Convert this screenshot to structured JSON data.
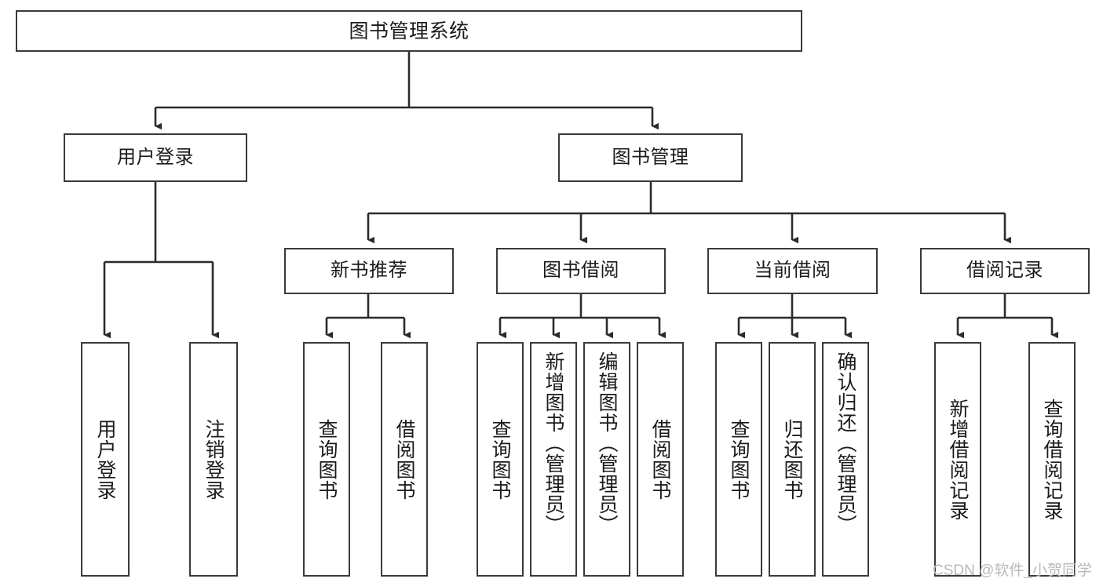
{
  "diagram": {
    "title": "图书管理系统",
    "type": "functional-structure-tree",
    "colors": {
      "box_border": "#3a3a3a",
      "box_fill": "#ffffff",
      "edge": "#2b2b2b",
      "text": "#1b1b1b",
      "watermark": "#b9b9b9",
      "background": "#ffffff"
    },
    "root": {
      "label": "图书管理系统"
    },
    "level2": [
      {
        "label": "用户登录"
      },
      {
        "label": "图书管理"
      }
    ],
    "level3": [
      {
        "label": "新书推荐"
      },
      {
        "label": "图书借阅"
      },
      {
        "label": "当前借阅"
      },
      {
        "label": "借阅记录"
      }
    ],
    "leaves": {
      "user_login": [
        {
          "label": "用户登录"
        },
        {
          "label": "注销登录"
        }
      ],
      "new_book": [
        {
          "label": "查询图书"
        },
        {
          "label": "借阅图书"
        }
      ],
      "book_borrow": [
        {
          "label": "查询图书"
        },
        {
          "label": "新增图书（管理员）"
        },
        {
          "label": "编辑图书（管理员）"
        },
        {
          "label": "借阅图书"
        }
      ],
      "current_borrow": [
        {
          "label": "查询图书"
        },
        {
          "label": "归还图书"
        },
        {
          "label": "确认归还（管理员）"
        }
      ],
      "borrow_record": [
        {
          "label": "新增借阅记录"
        },
        {
          "label": "查询借阅记录"
        }
      ]
    }
  },
  "watermark": {
    "text": "CSDN @软件_小贺同学"
  }
}
